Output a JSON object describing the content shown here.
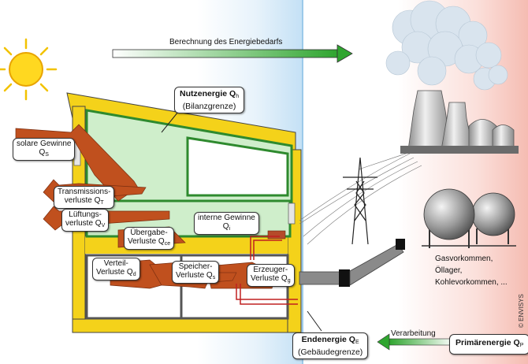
{
  "top_arrow_label": "Berechnung des Energiebedarfs",
  "useful_energy": {
    "title": "Nutzenergie",
    "symbol": "Q",
    "sub": "h",
    "note": "(Bilanzgrenze)"
  },
  "solar_gains": {
    "title": "solare Gewinne",
    "symbol": "Q",
    "sub": "S"
  },
  "transmission_losses": {
    "title": "Transmissions-",
    "line2": "verluste",
    "symbol": "Q",
    "sub": "T"
  },
  "ventilation_losses": {
    "title": "Lüftungs-",
    "line2": "verluste",
    "symbol": "Q",
    "sub": "V"
  },
  "internal_gains": {
    "title": "interne Gewinne",
    "symbol": "Q",
    "sub": "i"
  },
  "transfer_losses": {
    "title": "Übergabe-",
    "line2": "Verluste",
    "symbol": "Q",
    "sub": "ce"
  },
  "distribution_losses": {
    "title": "Verteil-",
    "line2": "Verluste",
    "symbol": "Q",
    "sub": "d"
  },
  "storage_losses": {
    "title": "Speicher-",
    "line2": "Verluste",
    "symbol": "Q",
    "sub": "s"
  },
  "generator_losses": {
    "title": "Erzeuger-",
    "line2": "Verluste",
    "symbol": "Q",
    "sub": "g"
  },
  "reserves_text": {
    "line1": "Gasvorkommen,",
    "line2": "Öllager,",
    "line3": "Kohlevorkommen, ..."
  },
  "final_energy": {
    "title": "Endenergie",
    "symbol": "Q",
    "sub": "E",
    "note": "(Gebäudegrenze)"
  },
  "processing_label": "Verarbeitung",
  "primary_energy": {
    "title": "Primärenergie",
    "symbol": "Q",
    "sub": "P"
  },
  "copyright": "© ENVISYS",
  "colors": {
    "loss_arrow": "#c0501e",
    "roof_frame": "#f4d21a",
    "green_zone": "#cfeecb",
    "green_border": "#2e8a2e",
    "arrow_green": "#2fa52f",
    "pipe": "#777777",
    "sky_blue": "#cfe6f7",
    "primary_pink": "#f7c4bc"
  }
}
